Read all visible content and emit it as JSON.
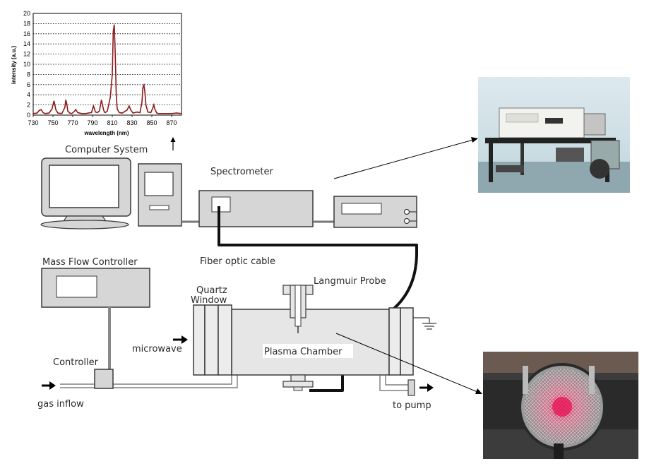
{
  "labels": {
    "computer_system": "Computer System",
    "spectrometer": "Spectrometer",
    "fiber_optic_cable": "Fiber optic cable",
    "mass_flow_controller": "Mass Flow Controller",
    "quartz_window_line1": "Quartz",
    "quartz_window_line2": "Window",
    "langmuir_probe": "Langmuir Probe",
    "microwave": "microwave",
    "plasma_chamber": "Plasma Chamber",
    "controller": "Controller",
    "gas_inflow": "gas inflow",
    "to_pump": "to pump"
  },
  "chart_data": {
    "type": "line",
    "xlabel": "wavelength (nm)",
    "ylabel": "intensity (a.u.)",
    "xlim": [
      730,
      880
    ],
    "ylim": [
      0,
      20
    ],
    "xticks": [
      730,
      750,
      770,
      790,
      810,
      830,
      850,
      870
    ],
    "yticks": [
      0,
      2,
      4,
      6,
      8,
      10,
      12,
      14,
      16,
      18,
      20
    ],
    "grid": true,
    "color": "#8b1a1a",
    "x": [
      730,
      734,
      736,
      738,
      740,
      742,
      746,
      749,
      751,
      753,
      755,
      759,
      762,
      763,
      764,
      765,
      767,
      769,
      772,
      773,
      775,
      779,
      783,
      786,
      789,
      791,
      793,
      795,
      797,
      799,
      801,
      802,
      803,
      805,
      808,
      810,
      811,
      812,
      813,
      814,
      815,
      817,
      820,
      825,
      827,
      829,
      831,
      833,
      835,
      838,
      840,
      841,
      842,
      843,
      844,
      846,
      849,
      851,
      852,
      853,
      855,
      857,
      860,
      865,
      870,
      875,
      880
    ],
    "y": [
      0.3,
      0.4,
      0.9,
      1.1,
      0.5,
      0.3,
      0.4,
      1.2,
      2.8,
      1.0,
      0.4,
      0.3,
      1.5,
      3.0,
      2.2,
      0.8,
      0.4,
      0.3,
      0.8,
      1.1,
      0.5,
      0.3,
      0.3,
      0.4,
      0.5,
      1.8,
      0.6,
      0.5,
      0.8,
      3.0,
      1.2,
      0.6,
      0.5,
      0.8,
      3.5,
      8.0,
      16.5,
      17.8,
      12.0,
      4.0,
      1.2,
      0.5,
      0.4,
      1.0,
      1.8,
      0.9,
      0.4,
      0.5,
      0.6,
      0.5,
      2.5,
      5.5,
      5.9,
      4.5,
      2.0,
      0.6,
      0.5,
      1.4,
      2.0,
      1.2,
      0.4,
      0.3,
      0.3,
      0.3,
      0.3,
      0.4,
      0.3
    ]
  }
}
